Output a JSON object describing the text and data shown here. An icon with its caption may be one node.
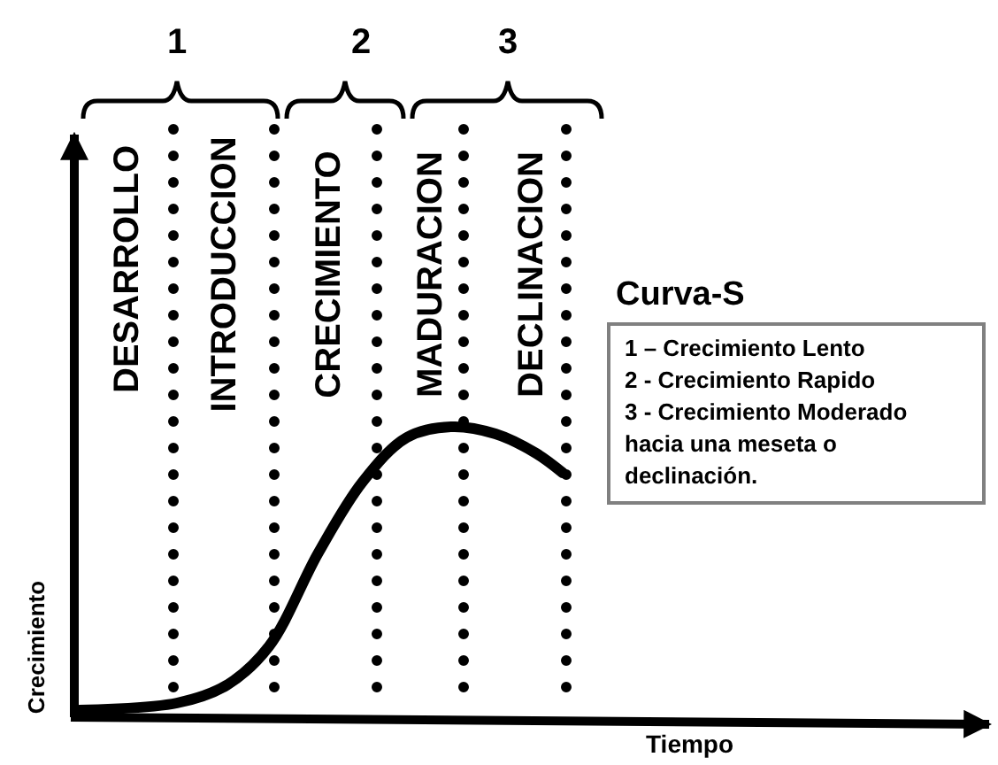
{
  "diagram": {
    "nodes": [
      {
        "text": [
          "Curva-S",
          "1 – Crecimiento Lento",
          "2 - Crecimiento Rapido",
          "3 - Crecimiento Moderado hacia una meseta o declinación."
        ]
      }
    ],
    "edges": [],
    "labels": [
      "1",
      "2",
      "3",
      "DESARROLLO",
      "INTRODUCCION",
      "CRECIMIENTO",
      "MADURACION",
      "DECLINACION",
      "Crecimiento",
      "Tiempo"
    ]
  }
}
